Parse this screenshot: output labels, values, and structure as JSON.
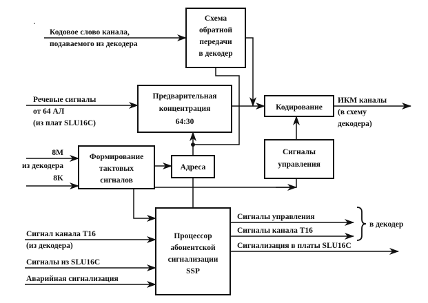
{
  "blocks": {
    "feedback": [
      "Схема",
      "обратной",
      "передачи",
      "в декодер"
    ],
    "preconcentration": [
      "Предварительная",
      "концентрация",
      "64:30"
    ],
    "coding": [
      "Кодирование"
    ],
    "control_signals": [
      "Сигналы",
      "управления"
    ],
    "clock_forming": [
      "Формирование",
      "тактовых",
      "сигналов"
    ],
    "address": [
      "Адреса"
    ],
    "ssp": [
      "Процессор",
      "абонентской",
      "сигнализации",
      "SSP"
    ]
  },
  "inputs": {
    "codeword": [
      "Кодовое слово канала,",
      "подаваемого из декодера"
    ],
    "speech": [
      "Речевые сигналы",
      "от 64 АЛ",
      "(из плат SLU16C)"
    ],
    "clock_8m": "8M",
    "from_decoder": "из декодера",
    "clock_8k": "8K",
    "t16_channel": [
      "Сигнал канала Т16",
      "(из декодера)"
    ],
    "slu_signals": "Сигналы из SLU16C",
    "alarm": "Аварийная сигнализация"
  },
  "outputs": {
    "pcm": [
      "ИКМ каналы",
      "(в схему",
      "декодера)"
    ],
    "ctrl_signals": "Сигналы управления",
    "t16_signals": "Сигналы канала Т16",
    "to_decoder": "в декодер",
    "slu_signaling": "Сигнализация в платы SLU16C"
  }
}
